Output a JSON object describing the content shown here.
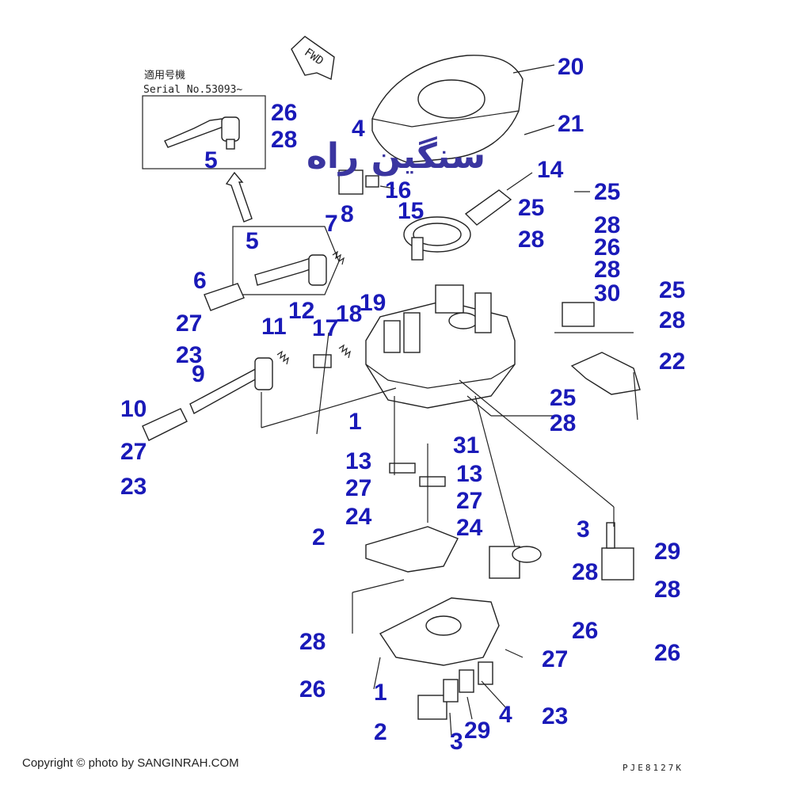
{
  "fwd_label": "FWD",
  "inset": {
    "title_jp": "適用号機",
    "serial": "Serial No.53093~"
  },
  "watermark": "سنگین راه",
  "copyright": "Copyright © photo by SANGINRAH.COM",
  "drawing_code": "PJE8127K",
  "labels": [
    {
      "id": "l20",
      "text": "20"
    },
    {
      "id": "l21",
      "text": "21"
    },
    {
      "id": "l26a",
      "text": "26"
    },
    {
      "id": "l28a",
      "text": "28"
    },
    {
      "id": "l4a",
      "text": "4"
    },
    {
      "id": "l5a",
      "text": "5"
    },
    {
      "id": "l14",
      "text": "14"
    },
    {
      "id": "l16",
      "text": "16"
    },
    {
      "id": "l15",
      "text": "15"
    },
    {
      "id": "l25a",
      "text": "25"
    },
    {
      "id": "l28b",
      "text": "28"
    },
    {
      "id": "l25b",
      "text": "25"
    },
    {
      "id": "l28c",
      "text": "28"
    },
    {
      "id": "l7",
      "text": "7"
    },
    {
      "id": "l8",
      "text": "8"
    },
    {
      "id": "l5b",
      "text": "5"
    },
    {
      "id": "l26b",
      "text": "26"
    },
    {
      "id": "l28d",
      "text": "28"
    },
    {
      "id": "l30",
      "text": "30"
    },
    {
      "id": "l6",
      "text": "6"
    },
    {
      "id": "l12",
      "text": "12"
    },
    {
      "id": "l19",
      "text": "19"
    },
    {
      "id": "l18",
      "text": "18"
    },
    {
      "id": "l25c",
      "text": "25"
    },
    {
      "id": "l28e",
      "text": "28"
    },
    {
      "id": "l27a",
      "text": "27"
    },
    {
      "id": "l11",
      "text": "11"
    },
    {
      "id": "l17",
      "text": "17"
    },
    {
      "id": "l23a",
      "text": "23"
    },
    {
      "id": "l22",
      "text": "22"
    },
    {
      "id": "l9",
      "text": "9"
    },
    {
      "id": "l25d",
      "text": "25"
    },
    {
      "id": "l10",
      "text": "10"
    },
    {
      "id": "l1a",
      "text": "1"
    },
    {
      "id": "l28f",
      "text": "28"
    },
    {
      "id": "l27b",
      "text": "27"
    },
    {
      "id": "l31",
      "text": "31"
    },
    {
      "id": "l23b",
      "text": "23"
    },
    {
      "id": "l13a",
      "text": "13"
    },
    {
      "id": "l13b",
      "text": "13"
    },
    {
      "id": "l27c",
      "text": "27"
    },
    {
      "id": "l27d",
      "text": "27"
    },
    {
      "id": "l24a",
      "text": "24"
    },
    {
      "id": "l24b",
      "text": "24"
    },
    {
      "id": "l3a",
      "text": "3"
    },
    {
      "id": "l2a",
      "text": "2"
    },
    {
      "id": "l29a",
      "text": "29"
    },
    {
      "id": "l28g",
      "text": "28"
    },
    {
      "id": "l28h",
      "text": "28"
    },
    {
      "id": "l26c",
      "text": "26"
    },
    {
      "id": "l28i",
      "text": "28"
    },
    {
      "id": "l26d",
      "text": "26"
    },
    {
      "id": "l27e",
      "text": "27"
    },
    {
      "id": "l26e",
      "text": "26"
    },
    {
      "id": "l1b",
      "text": "1"
    },
    {
      "id": "l4b",
      "text": "4"
    },
    {
      "id": "l23c",
      "text": "23"
    },
    {
      "id": "l29b",
      "text": "29"
    },
    {
      "id": "l2b",
      "text": "2"
    },
    {
      "id": "l3b",
      "text": "3"
    }
  ]
}
